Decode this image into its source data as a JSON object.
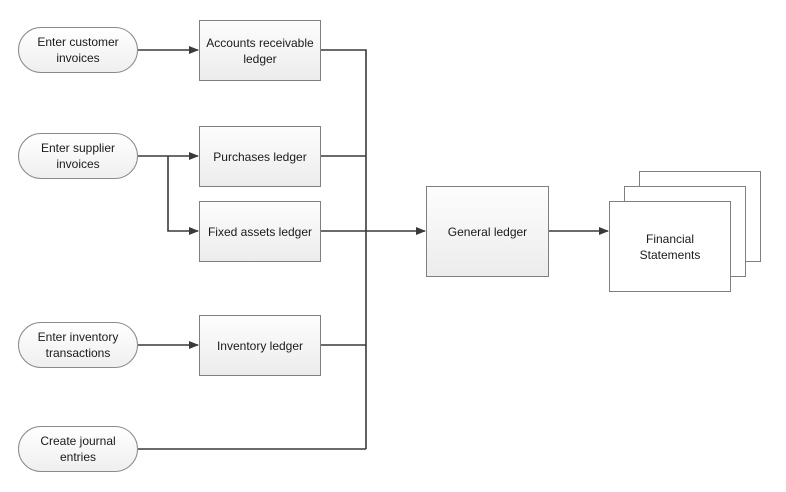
{
  "sources": {
    "customer": "Enter customer invoices",
    "supplier": "Enter supplier invoices",
    "inventory": "Enter inventory transactions",
    "journal": "Create journal entries"
  },
  "ledgers": {
    "ar": "Accounts receivable ledger",
    "purchases": "Purchases ledger",
    "fixed_assets": "Fixed assets ledger",
    "inventory": "Inventory ledger",
    "general": "General ledger"
  },
  "outputs": {
    "financial_statements": "Financial Statements"
  },
  "colors": {
    "line": "#3a3a3a",
    "border": "#7f7f7f"
  }
}
